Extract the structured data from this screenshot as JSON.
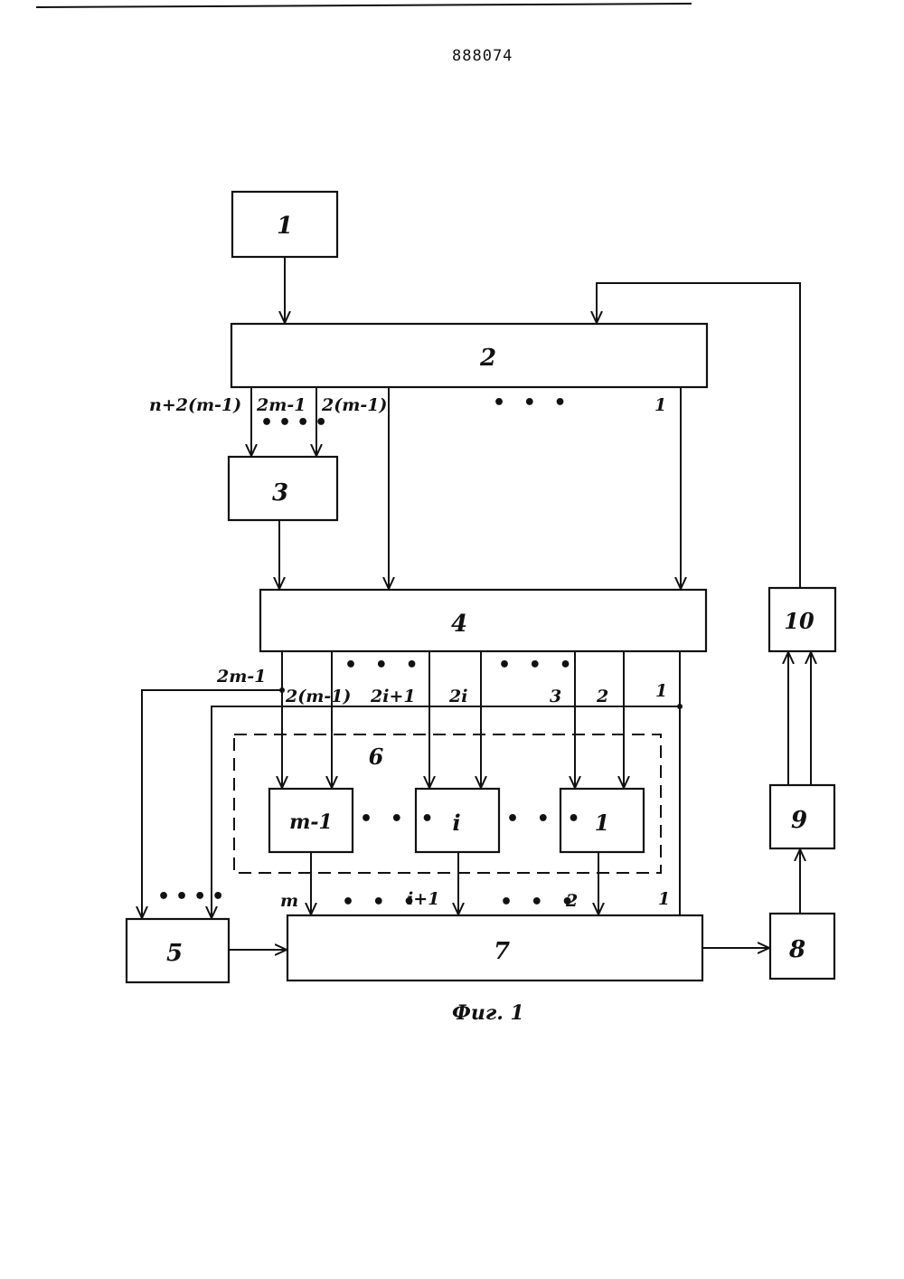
{
  "document": {
    "page_number": "888074",
    "caption": "Фиг. 1"
  },
  "blocks": {
    "b1": "1",
    "b2": "2",
    "b3": "3",
    "b4": "4",
    "b5": "5",
    "b6": "6",
    "b7": "7",
    "b8": "8",
    "b9": "9",
    "b10": "10",
    "b6_sub_m1": "m-1",
    "b6_sub_i": "i",
    "b6_sub_1": "1"
  },
  "labels": {
    "out2_n": "n+2(m-1)",
    "out2_2m1": "2m-1",
    "out2_2m1b": "2(m-1)",
    "out2_1": "1",
    "in5_2m1": "2m-1",
    "out4_2m1": "2(m-1)",
    "out4_2i1": "2i+1",
    "out4_2i": "2i",
    "out4_3": "3",
    "out4_2": "2",
    "out4_1": "1",
    "in7_m": "m",
    "in7_i1": "i+1",
    "in7_2": "2",
    "in7_1": "1",
    "dots_small": "••••",
    "dots_big": "• • •"
  }
}
